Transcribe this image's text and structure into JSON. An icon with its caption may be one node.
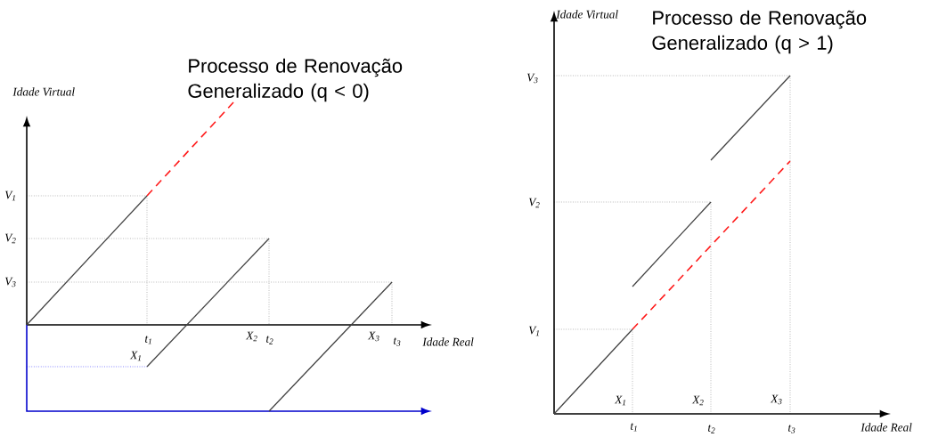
{
  "diagram": {
    "labels": [
      "Processo de Renovação Generalizado (q < 0)",
      "Idade Virtual",
      "V$_{1}$",
      "V$_{2}$",
      "V$_{3}$",
      "t$_{1}$",
      "X$_{2}$",
      "t$_{2}$",
      "X$_{3}$",
      "t$_{3}$",
      "Idade Real",
      "X$_{1}$",
      "Idade Virtual",
      "Processo de Renovação Generalizado (q > 1)",
      "V$_{3}$",
      "V$_{2}$",
      "V$_{1}$",
      "X$_{1}$",
      "X$_{2}$",
      "X$_{3}$",
      "t$_{1}$",
      "t$_{2}$",
      "t$_{3}$",
      "Idade Real"
    ]
  }
}
